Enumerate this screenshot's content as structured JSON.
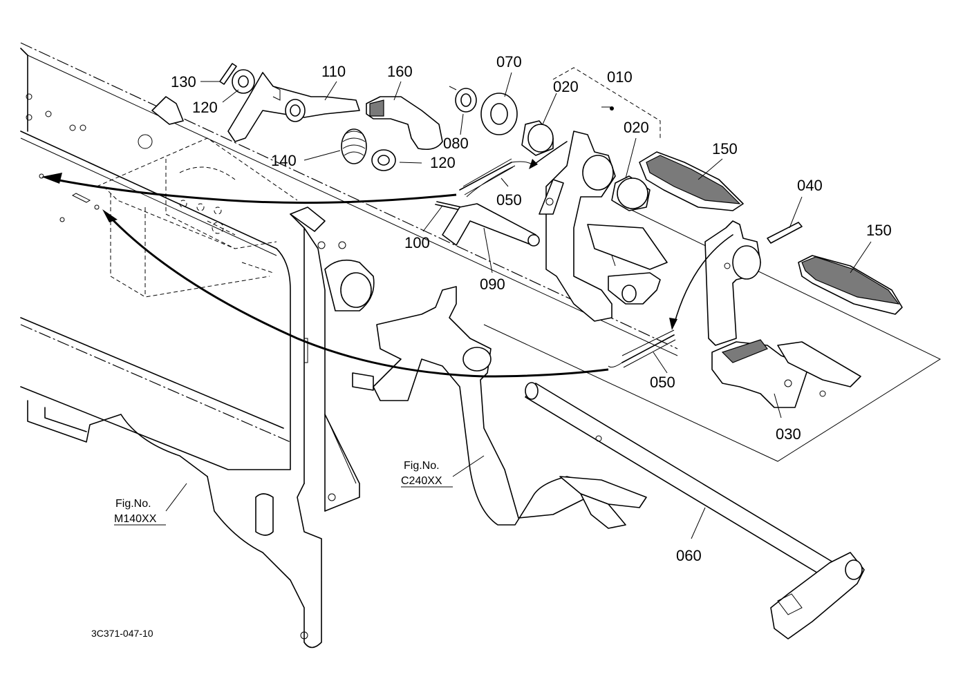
{
  "diagram": {
    "part_labels": [
      {
        "id": "p130",
        "text": "130"
      },
      {
        "id": "p120a",
        "text": "120"
      },
      {
        "id": "p110",
        "text": "110"
      },
      {
        "id": "p160",
        "text": "160"
      },
      {
        "id": "p070",
        "text": "070"
      },
      {
        "id": "p080",
        "text": "080"
      },
      {
        "id": "p020a",
        "text": "020"
      },
      {
        "id": "p010",
        "text": "010"
      },
      {
        "id": "p020b",
        "text": "020"
      },
      {
        "id": "p140",
        "text": "140"
      },
      {
        "id": "p120b",
        "text": "120"
      },
      {
        "id": "p050a",
        "text": "050"
      },
      {
        "id": "p150a",
        "text": "150"
      },
      {
        "id": "p040",
        "text": "040"
      },
      {
        "id": "p150b",
        "text": "150"
      },
      {
        "id": "p100",
        "text": "100"
      },
      {
        "id": "p090",
        "text": "090"
      },
      {
        "id": "p050b",
        "text": "050"
      },
      {
        "id": "p030",
        "text": "030"
      },
      {
        "id": "p060",
        "text": "060"
      }
    ],
    "fig_refs": {
      "c240": {
        "line1": "Fig.No.",
        "line2": "C240XX"
      },
      "m140": {
        "line1": "Fig.No.",
        "line2": "M140XX"
      }
    },
    "drawing_code": "3C371-047-10"
  }
}
